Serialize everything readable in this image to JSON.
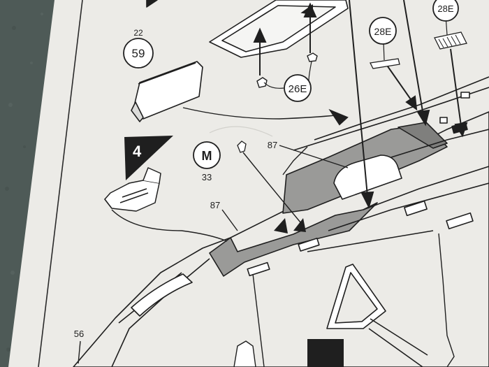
{
  "colors": {
    "carpet": "#4e5a57",
    "paper": "#ecebe7",
    "ink": "#1f1f1f",
    "shade": "#9a9a98",
    "shade_dark": "#7f7f7d"
  },
  "callouts": [
    {
      "id": "part-22-59",
      "top": "22",
      "circle": "59"
    },
    {
      "id": "part-26e",
      "circle": "26E"
    },
    {
      "id": "part-28e-a",
      "circle": "28E"
    },
    {
      "id": "part-28e-b",
      "circle": "28E"
    },
    {
      "id": "part-m-33",
      "circle": "M",
      "bottom": "33"
    }
  ],
  "step_number": "4",
  "plain_labels": [
    "87",
    "87",
    "56"
  ]
}
